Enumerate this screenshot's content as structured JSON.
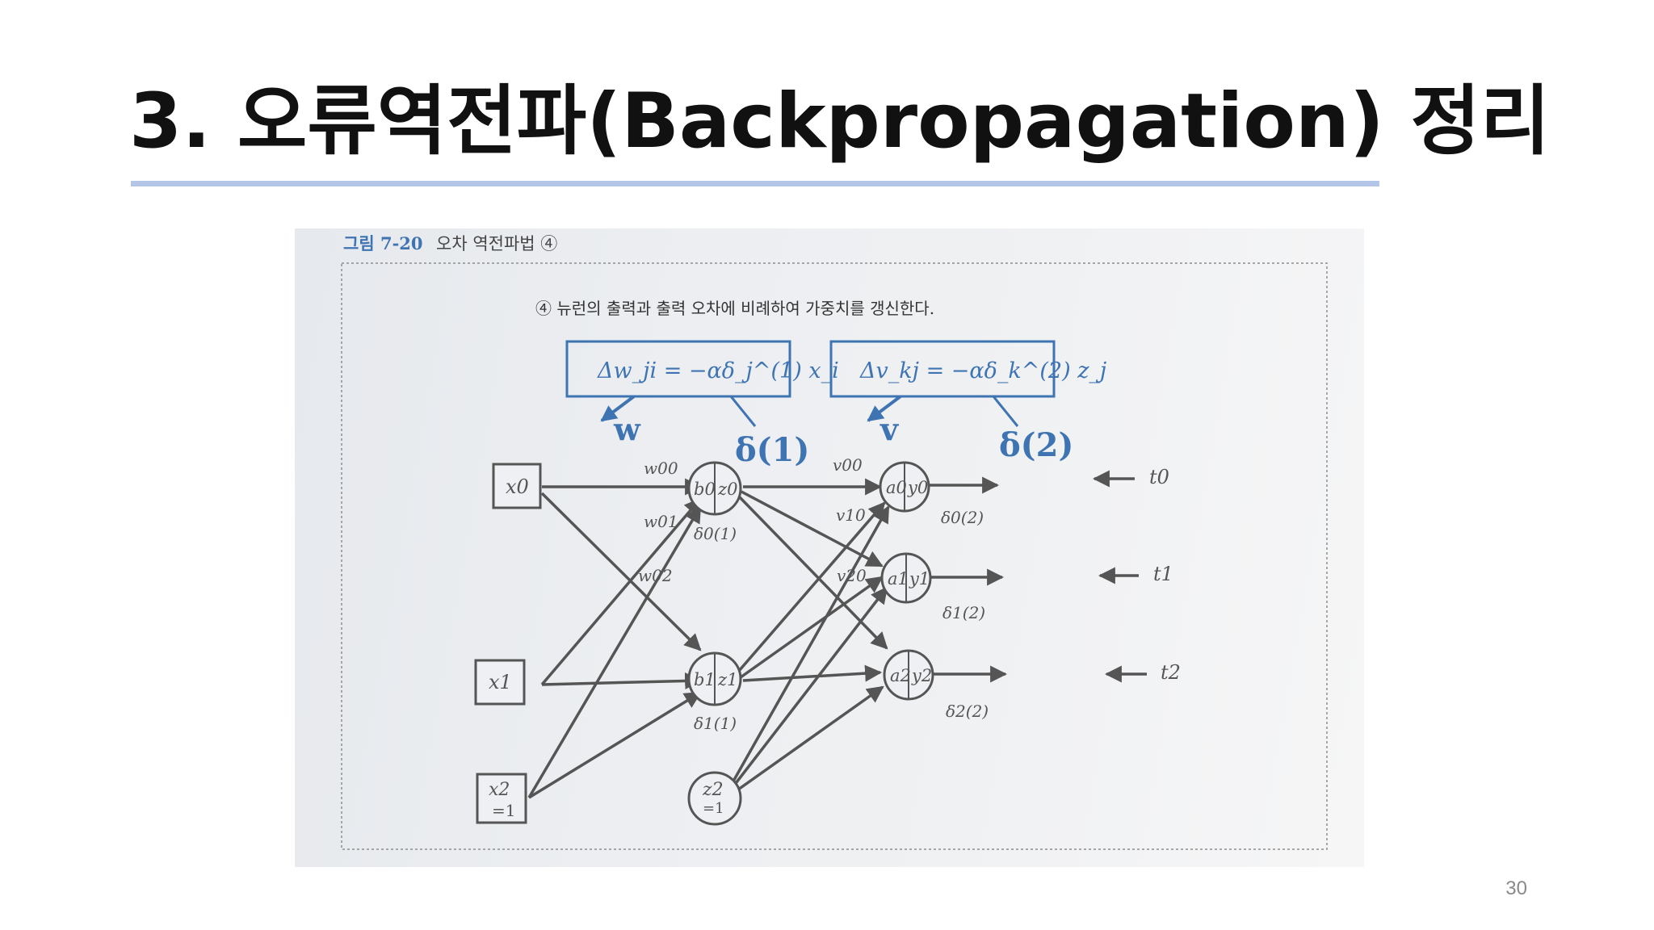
{
  "slide": {
    "title": "3. 오류역전파(Backpropagation) 정리",
    "page_number": "30"
  },
  "figure": {
    "caption_number": "그림 7-20",
    "caption_text": "오차 역전파법 ④",
    "step_text": "④ 뉴런의 출력과 출력 오차에 비례하여 가중치를 갱신한다.",
    "formula_w": "Δw_ji = −αδ_j^(1) x_i",
    "formula_v": "Δv_kj = −αδ_k^(2) z_j",
    "label_w": "w",
    "label_v": "v",
    "label_delta1": "δ(1)",
    "label_delta2": "δ(2)",
    "inputs": [
      {
        "name": "x0",
        "extra": ""
      },
      {
        "name": "x1",
        "extra": ""
      },
      {
        "name": "x2",
        "extra": "=1"
      }
    ],
    "hidden": [
      {
        "b": "b0",
        "z": "z0",
        "delta": "δ0(1)"
      },
      {
        "b": "b1",
        "z": "z1",
        "delta": "δ1(1)"
      },
      {
        "b": "",
        "z": "z2",
        "extra": "=1",
        "delta": ""
      }
    ],
    "outputs": [
      {
        "a": "a0",
        "y": "y0",
        "delta": "δ0(2)",
        "target": "t0"
      },
      {
        "a": "a1",
        "y": "y1",
        "delta": "δ1(2)",
        "target": "t1"
      },
      {
        "a": "a2",
        "y": "y2",
        "delta": "δ2(2)",
        "target": "t2"
      }
    ],
    "weight_labels": {
      "w00": "w00",
      "w01": "w01",
      "w02": "w02",
      "v00": "v00",
      "v10": "v10",
      "v20": "v20"
    },
    "colors": {
      "accent_blue": "#3f74b3",
      "ink": "#555555",
      "title_rule": "#b4c6e7"
    }
  }
}
